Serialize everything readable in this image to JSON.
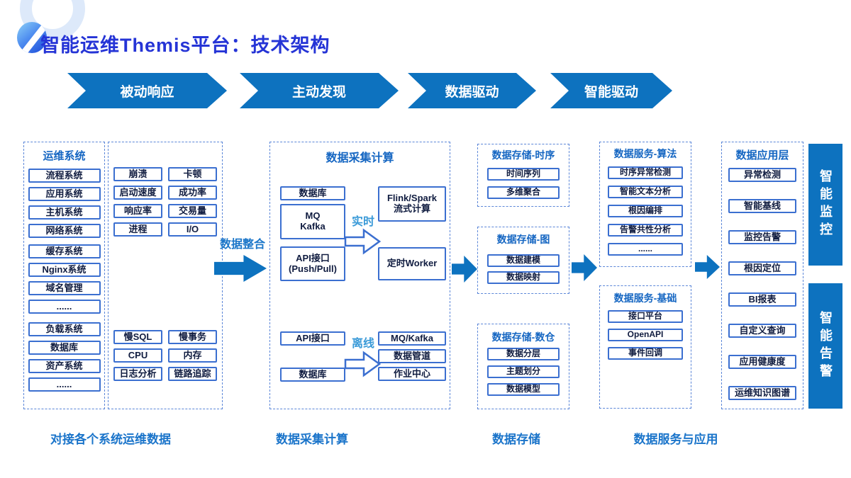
{
  "title": "智能运维Themis平台：技术架构",
  "banners": {
    "items": [
      "被动响应",
      "主动发现",
      "数据驱动",
      "智能驱动"
    ]
  },
  "ops": {
    "title": "运维系统",
    "items": [
      "流程系统",
      "应用系统",
      "主机系统",
      "网络系统",
      "缓存系统",
      "Nginx系统",
      "域名管理",
      "......",
      "负载系统",
      "数据库",
      "资产系统",
      "......"
    ]
  },
  "metrics": {
    "top": [
      "崩溃",
      "卡顿",
      "启动速度",
      "成功率",
      "响应率",
      "交易量",
      "进程",
      "I/O"
    ],
    "bottom": [
      "慢SQL",
      "慢事务",
      "CPU",
      "内存",
      "日志分析",
      "链路追踪"
    ]
  },
  "integration": {
    "label": "数据整合"
  },
  "collect": {
    "title": "数据采集计算",
    "realtime_label": "实时",
    "offline_label": "离线",
    "rt_sources": [
      "数据库",
      "MQ\nKafka",
      "API接口\n(Push/Pull)"
    ],
    "rt_targets": [
      "Flink/Spark\n流式计算",
      "定时Worker"
    ],
    "off_sources": [
      "API接口",
      "数据库"
    ],
    "off_targets": [
      "MQ/Kafka",
      "数据管道",
      "作业中心"
    ]
  },
  "storage": {
    "timeseries": {
      "title": "数据存储-时序",
      "items": [
        "时间序列",
        "多维聚合"
      ]
    },
    "graph": {
      "title": "数据存储-图",
      "items": [
        "数据建模",
        "数据映射"
      ]
    },
    "warehouse": {
      "title": "数据存储-数仓",
      "items": [
        "数据分层",
        "主题划分",
        "数据模型"
      ]
    }
  },
  "services": {
    "algorithm": {
      "title": "数据服务-算法",
      "items": [
        "时序异常检测",
        "智能文本分析",
        "根因编排",
        "告警共性分析",
        "......"
      ]
    },
    "basic": {
      "title": "数据服务-基础",
      "items": [
        "接口平台",
        "OpenAPI",
        "事件回调"
      ]
    }
  },
  "apps": {
    "title": "数据应用层",
    "items": [
      "异常检测",
      "智能基线",
      "监控告警",
      "根因定位",
      "BI报表",
      "自定义查询",
      "应用健康度",
      "运维知识图谱"
    ]
  },
  "sidebars": [
    "智能监控",
    "智能告警"
  ],
  "captions": [
    "对接各个系统运维数据",
    "数据采集计算",
    "数据存储",
    "数据服务与应用"
  ],
  "colors": {
    "primary": "#0d72bf",
    "title_blue": "#2534d6",
    "label_blue": "#1a74ca",
    "azure": "#3a9ad8",
    "box_border": "#3b6fd0",
    "dash_border": "#5b86d8"
  }
}
